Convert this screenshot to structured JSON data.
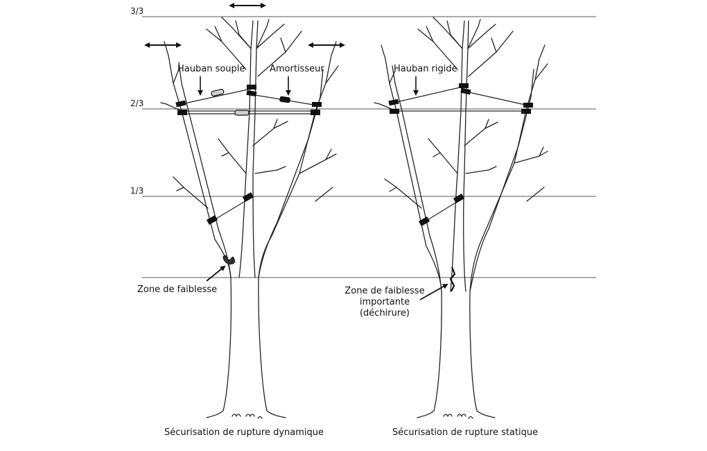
{
  "levels": [
    "3/3",
    "2/3",
    "1/3"
  ],
  "annotations": {
    "hauban_souple": "Hauban souple",
    "amortisseur": "Amortisseur",
    "hauban_rigide": "Hauban rigide",
    "zone_faiblesse": "Zone de faiblesse",
    "zone_faiblesse_importante": [
      "Zone de faiblesse",
      "importante",
      "(déchirure)"
    ]
  },
  "captions": {
    "left": "Sécurisation de rupture dynamique",
    "right": "Sécurisation de rupture statique"
  }
}
